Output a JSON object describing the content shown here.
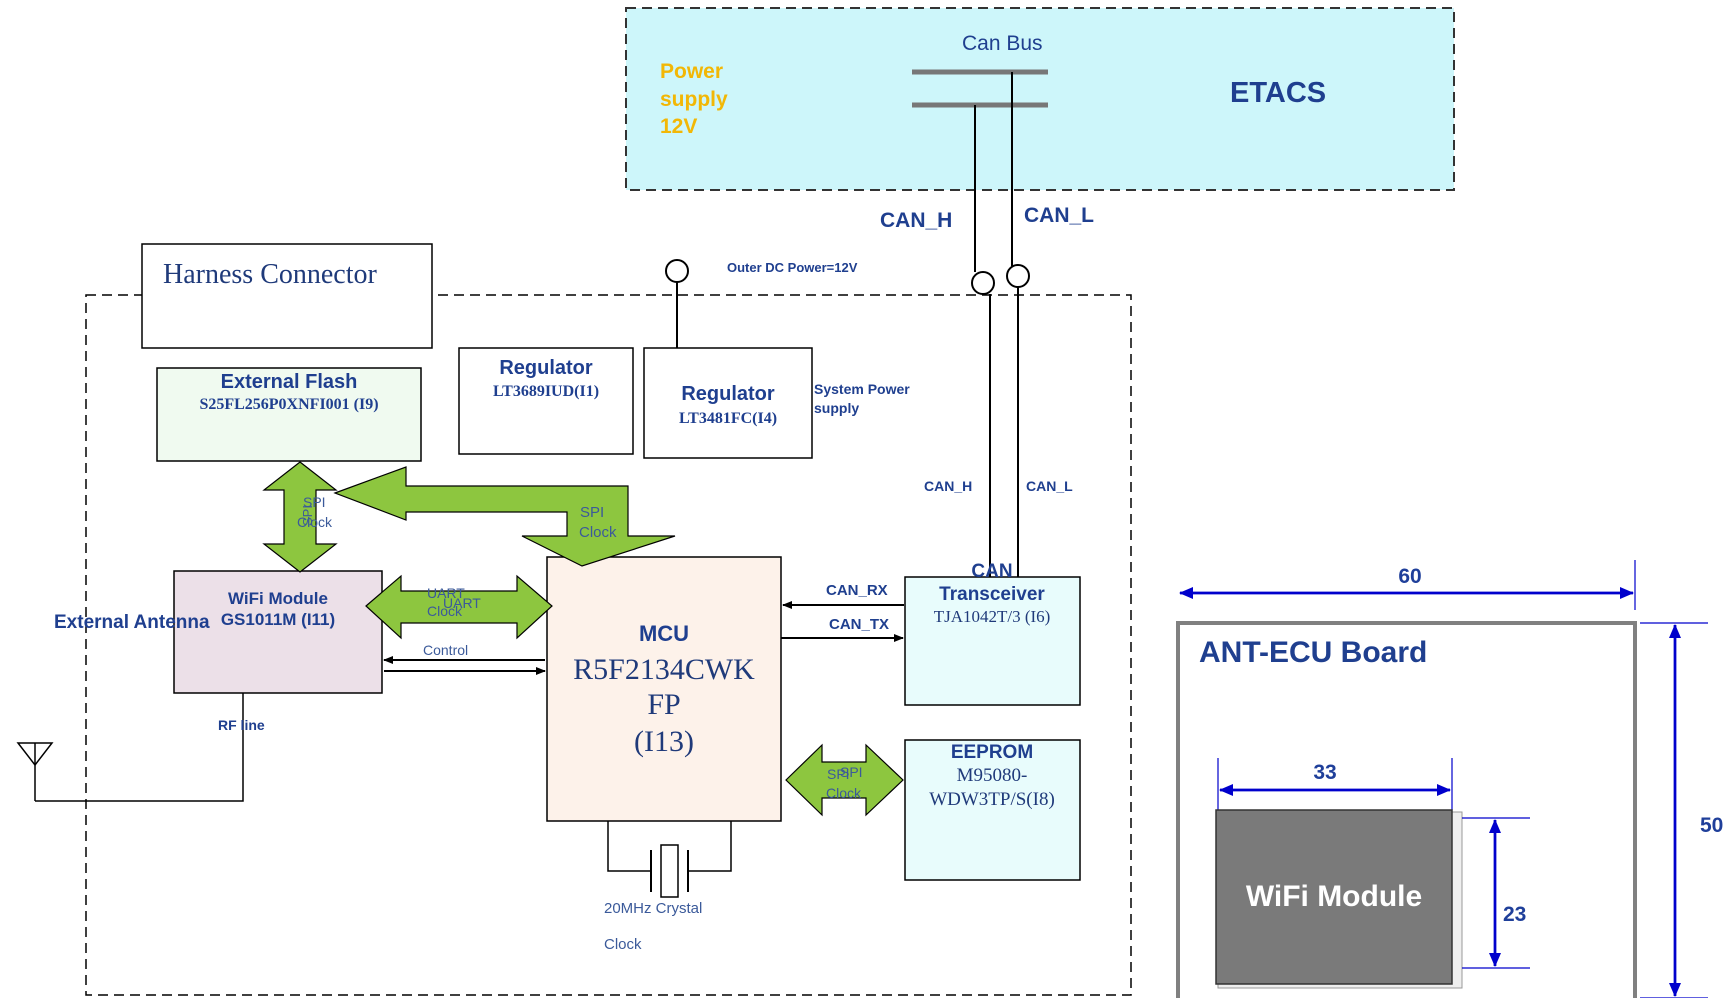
{
  "etacs": {
    "title": "ETACS",
    "can_bus_label": "Can Bus",
    "power_supply": [
      "Power",
      "supply",
      "12V"
    ],
    "colors": {
      "fill": "#cdf6fa",
      "border": "#333333",
      "power_text": "#f2b705"
    }
  },
  "bus_lines": {
    "can_h_outer": "CAN_H",
    "can_l_outer": "CAN_L",
    "can_h_inner": "CAN_H",
    "can_l_inner": "CAN_L",
    "outer_dc_power": "Outer DC Power=12V"
  },
  "harness_connector": {
    "label": "Harness Connector"
  },
  "external_flash": {
    "title": "External Flash",
    "part": "S25FL256P0XNFI001 (I9)",
    "fill": "#f0faf0"
  },
  "regulator_1": {
    "title": "Regulator",
    "part": "LT3689IUD(I1)"
  },
  "regulator_2": {
    "title": "Regulator",
    "part": "LT3481FC(I4)"
  },
  "system_power": [
    "System Power",
    "supply"
  ],
  "wifi_module": {
    "title": "WiFi Module",
    "part": "GS1011M (I11)",
    "fill": "#ece0e8"
  },
  "mcu": {
    "title": "MCU",
    "part_lines": [
      "R5F2134CWK",
      "FP",
      "(I13)"
    ],
    "fill": "#fdf2ea"
  },
  "can_transceiver": {
    "title_lines": [
      "CAN",
      "Transceiver"
    ],
    "part": "TJA1042T/3 (I6)",
    "fill": "#e8fcfc"
  },
  "eeprom": {
    "title": "EEPROM",
    "part_lines": [
      "M95080-",
      "WDW3TP/S(I8)"
    ],
    "fill": "#e8fcfc"
  },
  "signals": {
    "spi_flash": [
      "SPI",
      "Clock"
    ],
    "spi_flash_overlap": "SPI",
    "spi_mcu": [
      "SPI",
      "Clock"
    ],
    "uart": [
      "UART",
      "Clock"
    ],
    "uart_overlap": "UART",
    "control": "Control",
    "can_rx": "CAN_RX",
    "can_tx": "CAN_TX",
    "spi_eeprom": [
      "SPI",
      "Clock"
    ],
    "spi_eeprom_overlap": "SPI",
    "rf_line": "RF line",
    "external_antenna": "External Antenna",
    "crystal": [
      "20MHz Crystal",
      "Clock"
    ],
    "arrow_fill": "#8dc63f"
  },
  "board": {
    "title": "ANT-ECU Board",
    "width_label": "60",
    "height_label": "50",
    "module_label": "WiFi Module",
    "module_width_label": "33",
    "module_height_label": "23",
    "module_fill": "#7a7a7a",
    "dimension_color": "#0000cc"
  }
}
